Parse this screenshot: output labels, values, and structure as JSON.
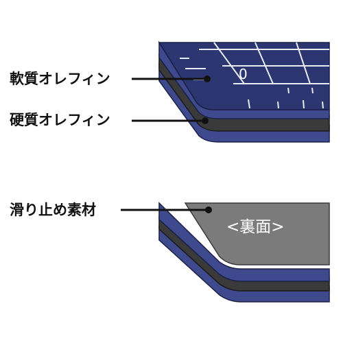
{
  "labels": {
    "soft_olefin": "軟質オレフィン",
    "hard_olefin": "硬質オレフィン",
    "anti_slip": "滑り止め素材"
  },
  "top_mat": {
    "ruler_number": "0"
  },
  "bottom_mat": {
    "back_label": "<裏面>"
  },
  "colors": {
    "navy": "#2c3670",
    "navy_edge": "#3f4a8e",
    "dark_layer": "#3a3a3a",
    "gray_back": "#7b7b7b",
    "grid_line": "#e9ecf5",
    "callout_line": "#111111",
    "callout_dot": "#111111"
  }
}
